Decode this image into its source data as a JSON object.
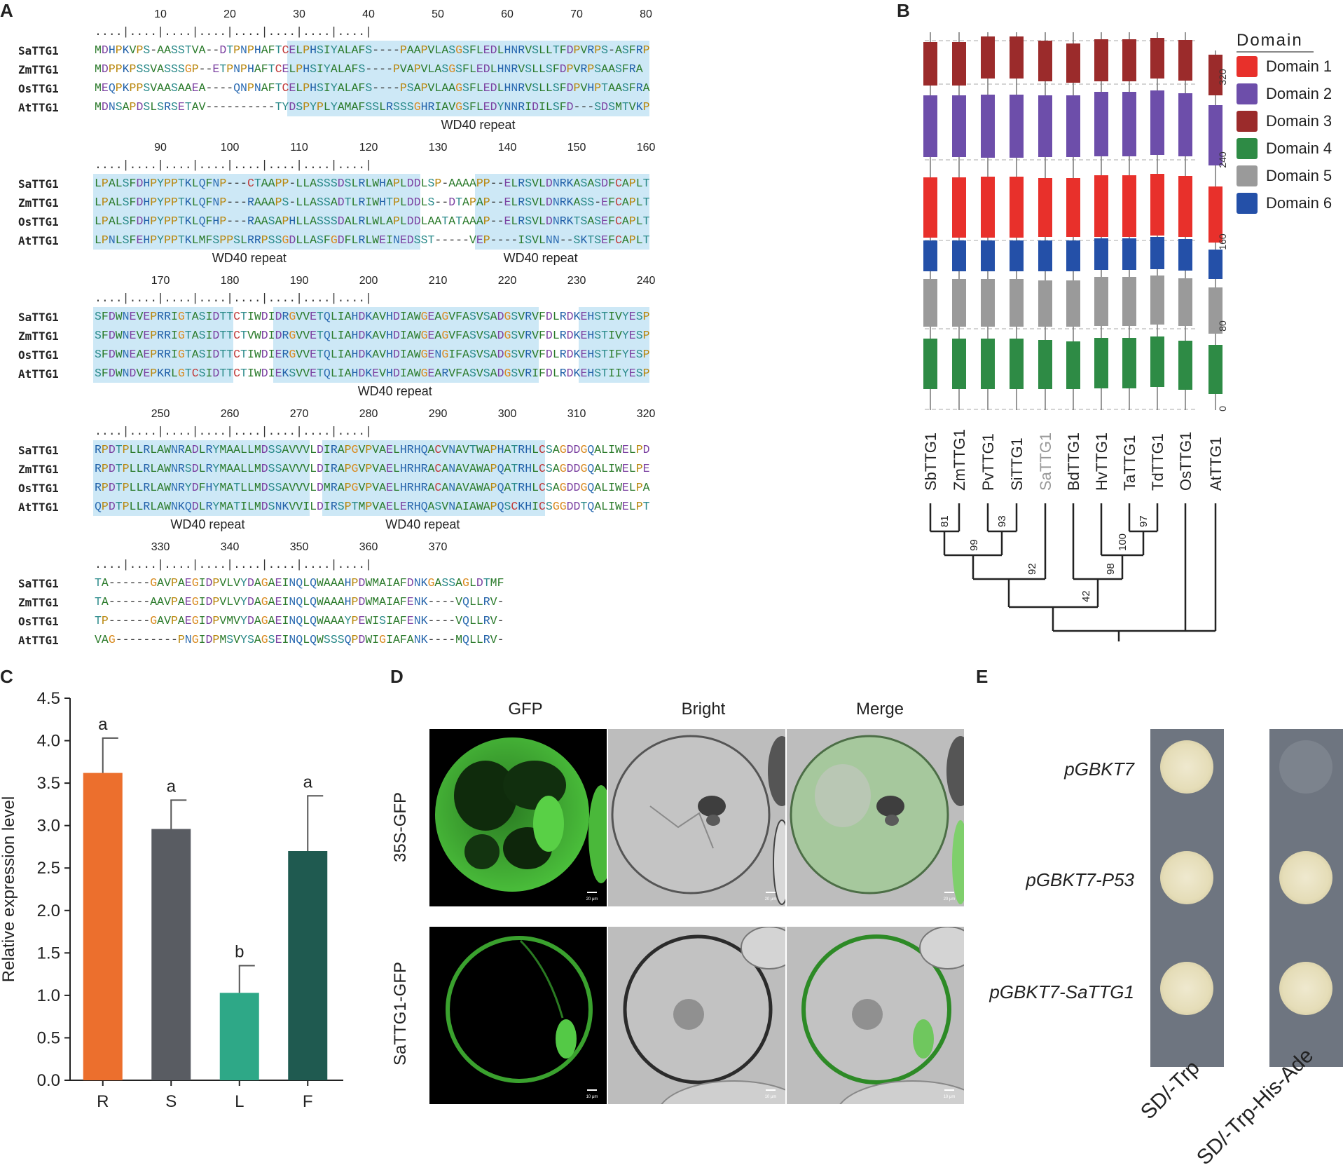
{
  "panel_labels": {
    "a": "A",
    "b": "B",
    "c": "C",
    "d": "D",
    "e": "E"
  },
  "alignment": {
    "ruler": ". . . . | . . . . | . . . . | . . . . | . . . . | . . . . | . . . . | . . . . |",
    "blocks": [
      {
        "numbers": [
          "10",
          "20",
          "30",
          "40",
          "50",
          "60",
          "70",
          "80"
        ],
        "rows": [
          {
            "name": "SaTTG1",
            "seq": "MDHPKVPS-AASSTVA--DTPNPHAFTCELPHSIYALAFS----PAAPVLASGSFLEDLHNRVSLLTFDPVRPS-ASFRP"
          },
          {
            "name": "ZmTTG1",
            "seq": "MDPPKPSSVASSSGP--ETPNPHAFTCELPHSIYALAFS----PVAPVLASGSFLEDLHNRVSLLSFDPVRPSAASFRA"
          },
          {
            "name": "OsTTG1",
            "seq": "MEQPKPPSVAASAAEA----QNPNAFTCELPHSIYALAFS----PSAPVLAAGSFLEDLHNRVSLLSFDPVHPTAASFRA"
          },
          {
            "name": "AtTTG1",
            "seq": "MDNSAPDSLSRSETAV----------TYDSPYPLYAMAFSSLRSSSGHRIAVGSFLEDYNNRIDILSFD---SDSMTVKP"
          }
        ],
        "repeats": [
          "WD40 repeat"
        ]
      },
      {
        "numbers": [
          "90",
          "100",
          "110",
          "120",
          "130",
          "140",
          "150",
          "160"
        ],
        "rows": [
          {
            "name": "SaTTG1",
            "seq": "LPALSFDHPYPPTKLQFNP---CTAAPP-LLASSSDSLRLWHAPLDDLSP-AAAAPP--ELRSVLDNRKASASDFCAPLT"
          },
          {
            "name": "ZmTTG1",
            "seq": "LPALSFDHPYPPTKLQFNP---RAAAPS-LLASSADTLRIWHTPLDDLS--DTAPAP--ELRSVLDNRKASS-EFCAPLT"
          },
          {
            "name": "OsTTG1",
            "seq": "LPALSFDHPYPPTKLQFHP---RAASAPHLLASSSDALRLWLAPLDDLAATATAAAP--ELRSVLDNRKTSASEFCAPLT"
          },
          {
            "name": "AtTTG1",
            "seq": "LPNLSFEHPYPPTKLMFSPPSLRRPSSGDLLASFGDFLRLWEINEDSST-----VEP----ISVLNN--SKTSEFCAPLT"
          }
        ],
        "repeats": [
          "WD40 repeat",
          "WD40 repeat"
        ]
      },
      {
        "numbers": [
          "170",
          "180",
          "190",
          "200",
          "210",
          "220",
          "230",
          "240"
        ],
        "rows": [
          {
            "name": "SaTTG1",
            "seq": "SFDWNEVEPRRIGTASIDTTCTIWDIDRGVVETQLIAHDKAVHDIAWGEAGVFASVSADGSVRVFDLRDKEHSTIVYESP"
          },
          {
            "name": "ZmTTG1",
            "seq": "SFDWNEVEPRRIGTASIDTTCTVWDIDRGVVETQLIAHDKAVHDIAWGEAGVFASVSADGSVRVFDLRDKEHSTIVYESP"
          },
          {
            "name": "OsTTG1",
            "seq": "SFDWNEAEPRRIGTASIDTTCTIWDIERGVVETQLIAHDKAVHDIAWGENGIFASVSADGSVRVFDLRDKEHSTIFYESP"
          },
          {
            "name": "AtTTG1",
            "seq": "SFDWNDVEPKRLGTCSIDTTCTIWDIEKSVVETQLIAHDKEVHDIAWGEARVFASVSADGSVRIFDLRDKEHSTIIYESP"
          }
        ],
        "repeats": [
          "WD40 repeat"
        ]
      },
      {
        "numbers": [
          "250",
          "260",
          "270",
          "280",
          "290",
          "300",
          "310",
          "320"
        ],
        "rows": [
          {
            "name": "SaTTG1",
            "seq": "RPDTPLLRLAWNRADLRYMAALLMDSSAVVVLDIRAPGVPVAELHRHQACVNAVTWAPHATRHLCSAGDDGQALIWELPD"
          },
          {
            "name": "ZmTTG1",
            "seq": "RPDTPLLRLAWNRSDLRYMAALLMDSSAVVVLDIRAPGVPVAELHRHRACANAVAWAPQATRHLCSAGDDGQALIWELPE"
          },
          {
            "name": "OsTTG1",
            "seq": "RPDTPLLRLAWNRYDFHYMATLLMDSSAVVVLDMRAPGVPVAELHRHRACANAVAWAPQATRHLCSAGDDGQALIWELPA"
          },
          {
            "name": "AtTTG1",
            "seq": "QPDTPLLRLAWNKQDLRYMATILMDSNKVVILDIRSPTMPVAELERHQASVNAIAWAPQSCKHICSGGDDTQALIWELPT"
          }
        ],
        "repeats": [
          "WD40 repeat",
          "WD40 repeat"
        ]
      },
      {
        "numbers": [
          "330",
          "340",
          "350",
          "360",
          "370"
        ],
        "rows": [
          {
            "name": "SaTTG1",
            "seq": "TA------GAVPAEGIDPVLVYDAGAEINQLQWAAAHPDWMAIAFDNKGASSAGLDTMF"
          },
          {
            "name": "ZmTTG1",
            "seq": "TA------AAVPAEGIDPVLVYDAGAEINQLQWAAAHPDWMAIAFENK----VQLLRV-"
          },
          {
            "name": "OsTTG1",
            "seq": "TP------GAVPAEGIDPVMVYDAGAEINQLQWAAAYPEWISIAFENK----VQLLRV-"
          },
          {
            "name": "AtTTG1",
            "seq": "VAG---------PNGIDPMSVYSAGSEINQLQWSSSQPDWIGIAFANK----MQLLRV-"
          }
        ],
        "repeats": []
      }
    ]
  },
  "domains": {
    "title": "Domain",
    "legend": [
      {
        "label": "Domain 1",
        "color": "#e8302b"
      },
      {
        "label": "Domain 2",
        "color": "#6d4eaa"
      },
      {
        "label": "Domain 3",
        "color": "#9b2b2b"
      },
      {
        "label": "Domain 4",
        "color": "#2e8b45"
      },
      {
        "label": "Domain 5",
        "color": "#9a9a9a"
      },
      {
        "label": "Domain 6",
        "color": "#2450a8"
      }
    ],
    "axis_ticks": [
      "0",
      "80",
      "160",
      "240",
      "320"
    ],
    "genes": [
      "SbTTG1",
      "ZmTTG1",
      "PvTTG1",
      "SiTTG1",
      "SaTTG1",
      "BdTTG1",
      "HvTTG1",
      "TaTTG1",
      "TdTTG1",
      "OsTTG1",
      "AtTTG1"
    ],
    "highlight_gene": "SaTTG1",
    "bootstrap": [
      "81",
      "93",
      "99",
      "92",
      "42",
      "98",
      "100",
      "97"
    ]
  },
  "chart_data": {
    "type": "bar",
    "categories": [
      "R",
      "S",
      "L",
      "F"
    ],
    "values": [
      3.62,
      2.96,
      1.03,
      2.7
    ],
    "errors": [
      0.41,
      0.34,
      0.32,
      0.65
    ],
    "letters": [
      "a",
      "a",
      "b",
      "a"
    ],
    "colors": [
      "#ec6f2d",
      "#595c62",
      "#2ea887",
      "#1f5a50"
    ],
    "ylabel": "Relative expression level",
    "ylim": [
      0,
      4.5
    ],
    "yticks": [
      "0.0",
      "0.5",
      "1.0",
      "1.5",
      "2.0",
      "2.5",
      "3.0",
      "3.5",
      "4.0",
      "4.5"
    ]
  },
  "microscopy": {
    "columns": [
      "GFP",
      "Bright",
      "Merge"
    ],
    "rows": [
      "35S-GFP",
      "SaTTG1-GFP"
    ],
    "scale_bars": [
      "20 μm",
      "20 μm",
      "20 μm",
      "10 μm",
      "10 μm",
      "10 μm"
    ]
  },
  "y2h": {
    "constructs": [
      "pGBKT7",
      "pGBKT7-P53",
      "pGBKT7-SaTTG1"
    ],
    "media": [
      "SD/-Trp",
      "SD/-Trp-His-Ade"
    ],
    "growth": {
      "SD/-Trp": [
        true,
        true,
        true
      ],
      "SD/-Trp-His-Ade": [
        false,
        true,
        true
      ]
    }
  }
}
